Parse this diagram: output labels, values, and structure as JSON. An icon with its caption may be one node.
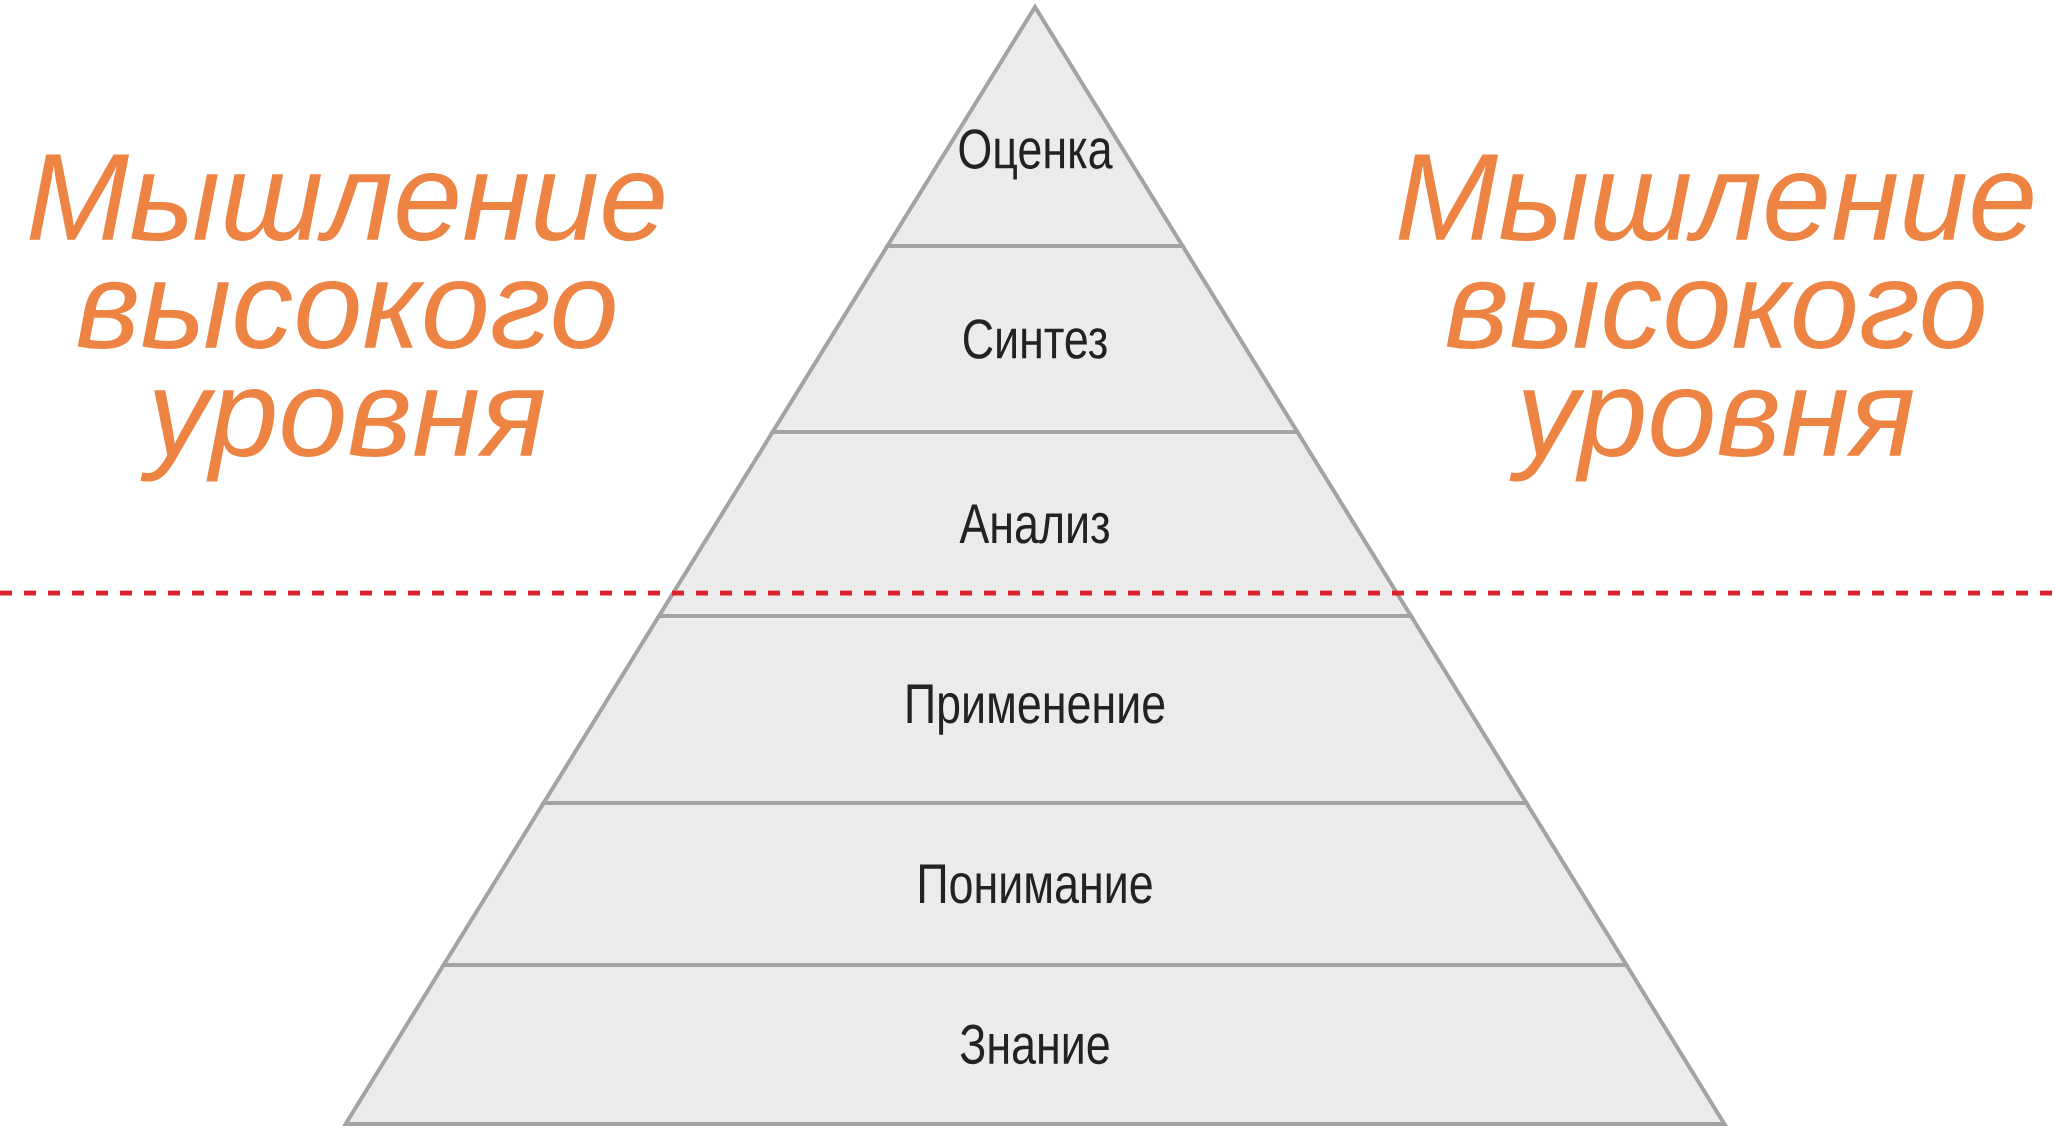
{
  "diagram": {
    "nodes": [
      {
        "text": [
          "Оценка"
        ]
      },
      {
        "text": [
          "Синтез"
        ]
      },
      {
        "text": [
          "Анализ"
        ]
      },
      {
        "text": [
          "Применение"
        ]
      },
      {
        "text": [
          "Понимание"
        ]
      },
      {
        "text": [
          "Знание"
        ]
      }
    ],
    "labels": [
      "Мышление высокого уровня",
      "Мышление высокого уровня"
    ]
  }
}
